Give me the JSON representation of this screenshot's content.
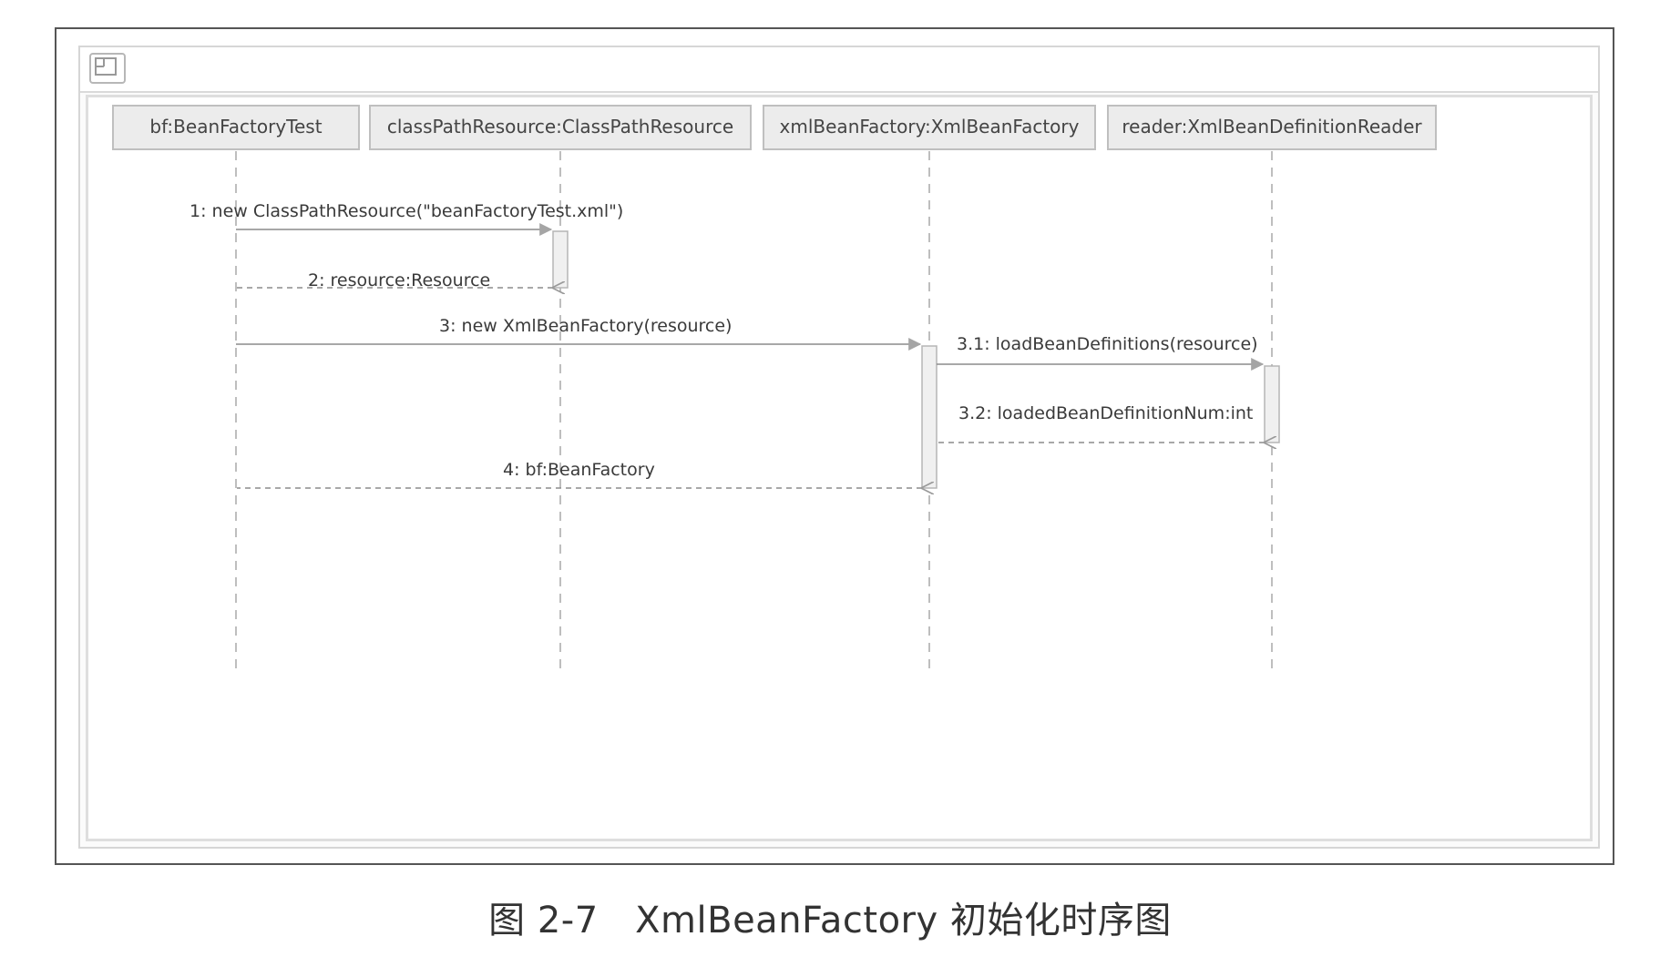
{
  "lifelines": [
    {
      "label": "bf:BeanFactoryTest"
    },
    {
      "label": "classPathResource:ClassPathResource"
    },
    {
      "label": "xmlBeanFactory:XmlBeanFactory"
    },
    {
      "label": "reader:XmlBeanDefinitionReader"
    }
  ],
  "messages": [
    {
      "label": "1: new ClassPathResource(\"beanFactoryTest.xml\")",
      "from": 0,
      "to": 1,
      "kind": "call"
    },
    {
      "label": "2: resource:Resource",
      "from": 1,
      "to": 0,
      "kind": "return"
    },
    {
      "label": "3: new XmlBeanFactory(resource)",
      "from": 0,
      "to": 2,
      "kind": "call"
    },
    {
      "label": "3.1: loadBeanDefinitions(resource)",
      "from": 2,
      "to": 3,
      "kind": "call"
    },
    {
      "label": "3.2: loadedBeanDefinitionNum:int",
      "from": 3,
      "to": 2,
      "kind": "return"
    },
    {
      "label": "4: bf:BeanFactory",
      "from": 2,
      "to": 0,
      "kind": "return"
    }
  ],
  "caption": "图 2-7　XmlBeanFactory 初始化时序图",
  "colors": {
    "lifeline_fill": "#ececec",
    "lifeline_border": "#bfbfbf",
    "line": "#8c8c8c"
  }
}
